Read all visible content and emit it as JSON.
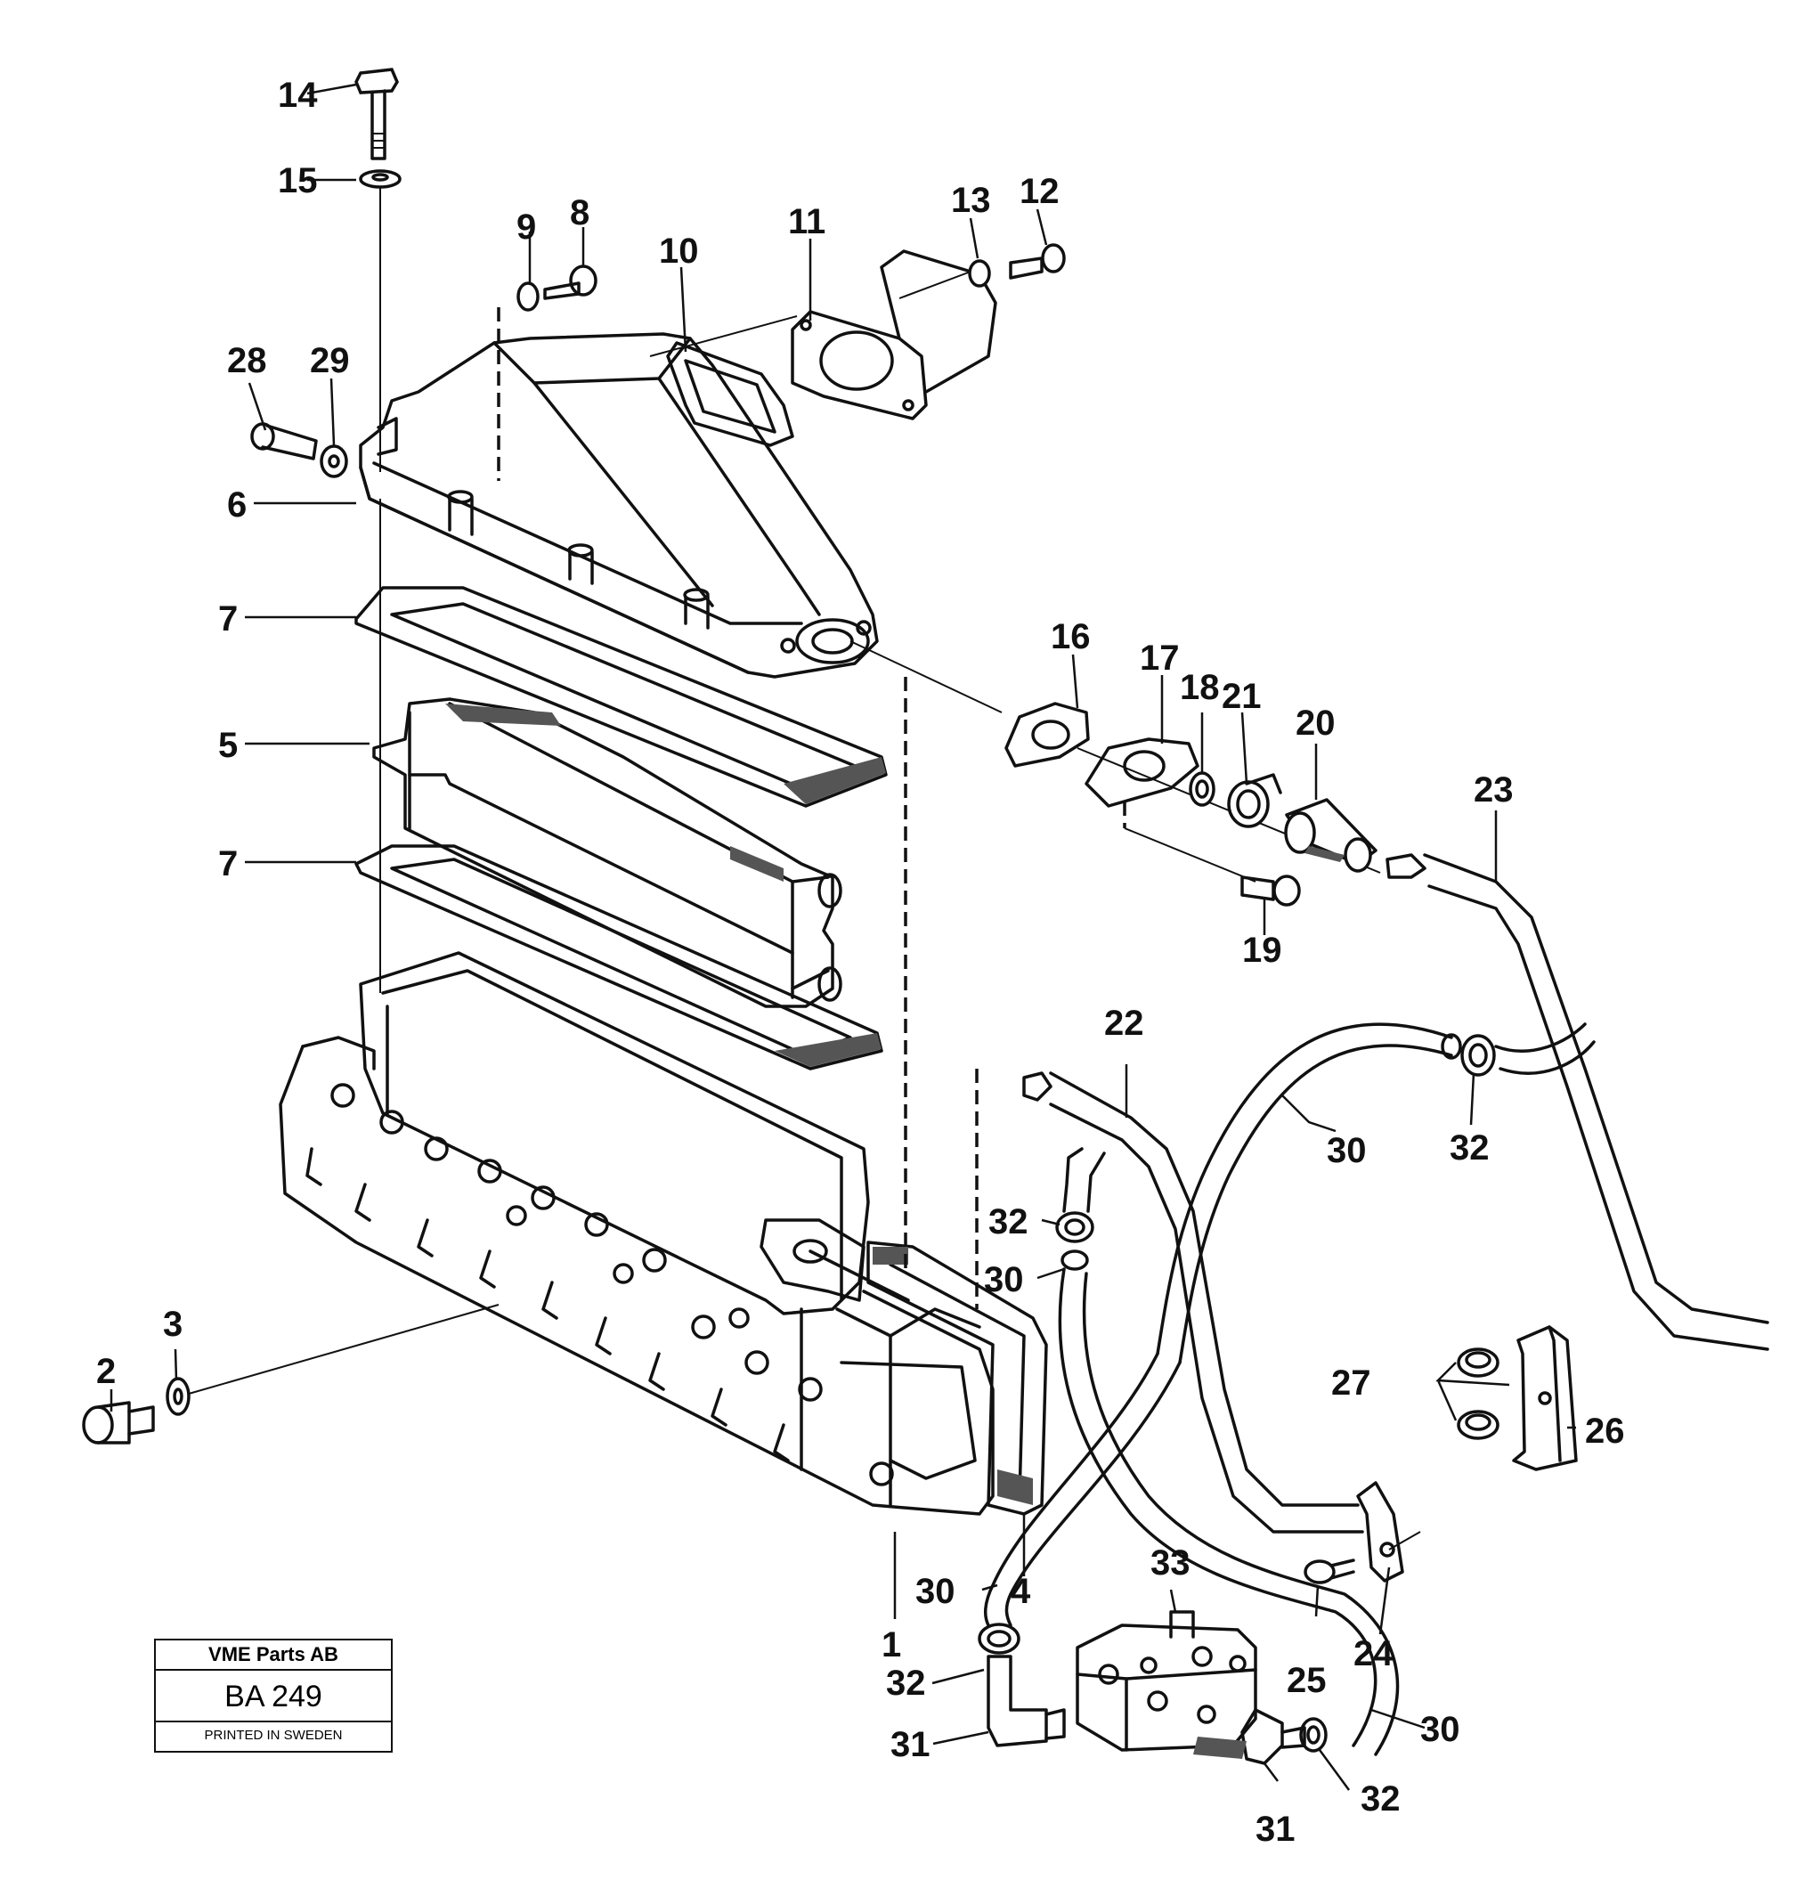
{
  "title_block": {
    "company": "VME Parts AB",
    "code": "BA 249",
    "printed": "PRINTED IN SWEDEN"
  },
  "part_labels": [
    "1",
    "2",
    "3",
    "4",
    "5",
    "6",
    "7",
    "7",
    "8",
    "9",
    "10",
    "11",
    "12",
    "13",
    "14",
    "15",
    "16",
    "17",
    "18",
    "19",
    "20",
    "21",
    "22",
    "23",
    "24",
    "25",
    "26",
    "27",
    "28",
    "29",
    "30",
    "30",
    "30",
    "30",
    "31",
    "31",
    "32",
    "32",
    "32",
    "32",
    "33"
  ]
}
